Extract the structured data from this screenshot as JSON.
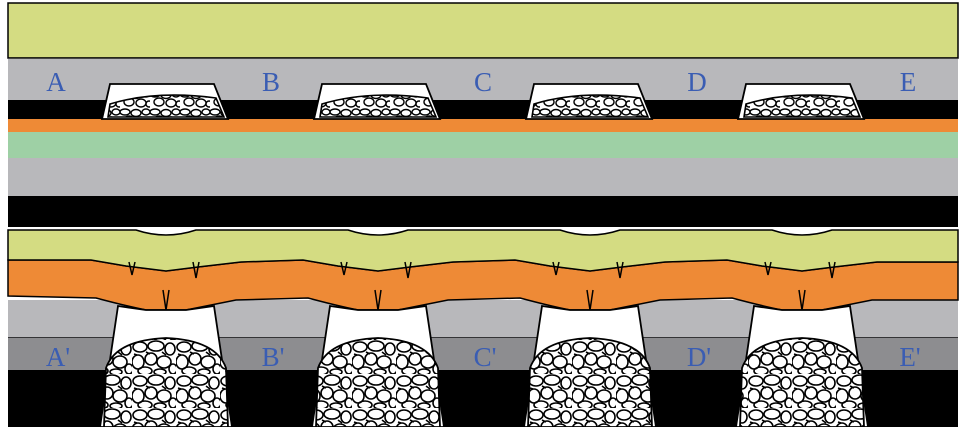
{
  "labels_top": [
    "A",
    "B",
    "C",
    "D",
    "E"
  ],
  "labels_bottom": [
    "A'",
    "B'",
    "C'",
    "D'",
    "E'"
  ],
  "colors": {
    "soil_yellow": "#d4dc82",
    "gray": "#b8b8bb",
    "black": "#000000",
    "orange": "#ee8a36",
    "green": "#9ed0a5",
    "label_blue": "#3a5db3",
    "void": "#ffffff"
  },
  "icons": {
    "rubble": "rubble-fill-icon",
    "fracture": "crack-icon"
  }
}
